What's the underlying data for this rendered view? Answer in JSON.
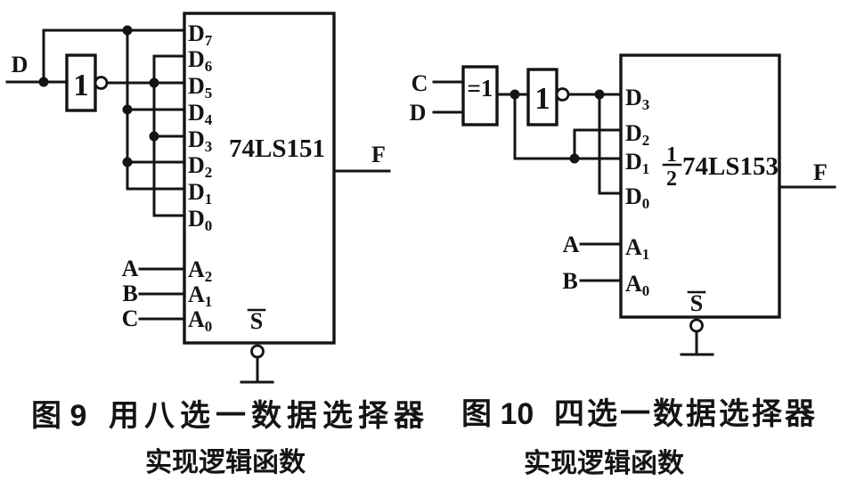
{
  "figure9": {
    "caption": {
      "number": "图 9",
      "title": "用八选一数据选择器",
      "subtitle": "实现逻辑函数"
    },
    "chip_label": "74LS151",
    "inverter_label": "1",
    "input_label": "D",
    "output_label": "F",
    "strobe_label": "S",
    "data_pins": [
      {
        "base": "D",
        "sub": "7"
      },
      {
        "base": "D",
        "sub": "6"
      },
      {
        "base": "D",
        "sub": "5"
      },
      {
        "base": "D",
        "sub": "4"
      },
      {
        "base": "D",
        "sub": "3"
      },
      {
        "base": "D",
        "sub": "2"
      },
      {
        "base": "D",
        "sub": "1"
      },
      {
        "base": "D",
        "sub": "0"
      }
    ],
    "select_pins": [
      {
        "base": "A",
        "sub": "2"
      },
      {
        "base": "A",
        "sub": "1"
      },
      {
        "base": "A",
        "sub": "0"
      }
    ],
    "select_inputs": [
      "A",
      "B",
      "C"
    ]
  },
  "figure10": {
    "caption": {
      "number": "图 10",
      "title": "四选一数据选择器",
      "subtitle": "实现逻辑函数"
    },
    "chip_label": "74LS153",
    "chip_prefix": {
      "numerator": "1",
      "denominator": "2"
    },
    "xor_label": "=1",
    "inverter_label": "1",
    "input_labels": [
      "C",
      "D"
    ],
    "output_label": "F",
    "strobe_label": "S",
    "data_pins": [
      {
        "base": "D",
        "sub": "3"
      },
      {
        "base": "D",
        "sub": "2"
      },
      {
        "base": "D",
        "sub": "1"
      },
      {
        "base": "D",
        "sub": "0"
      }
    ],
    "select_pins": [
      {
        "base": "A",
        "sub": "1"
      },
      {
        "base": "A",
        "sub": "0"
      }
    ],
    "select_inputs": [
      "A",
      "B"
    ]
  },
  "colors": {
    "ink": "#141414",
    "background": "#ffffff"
  }
}
